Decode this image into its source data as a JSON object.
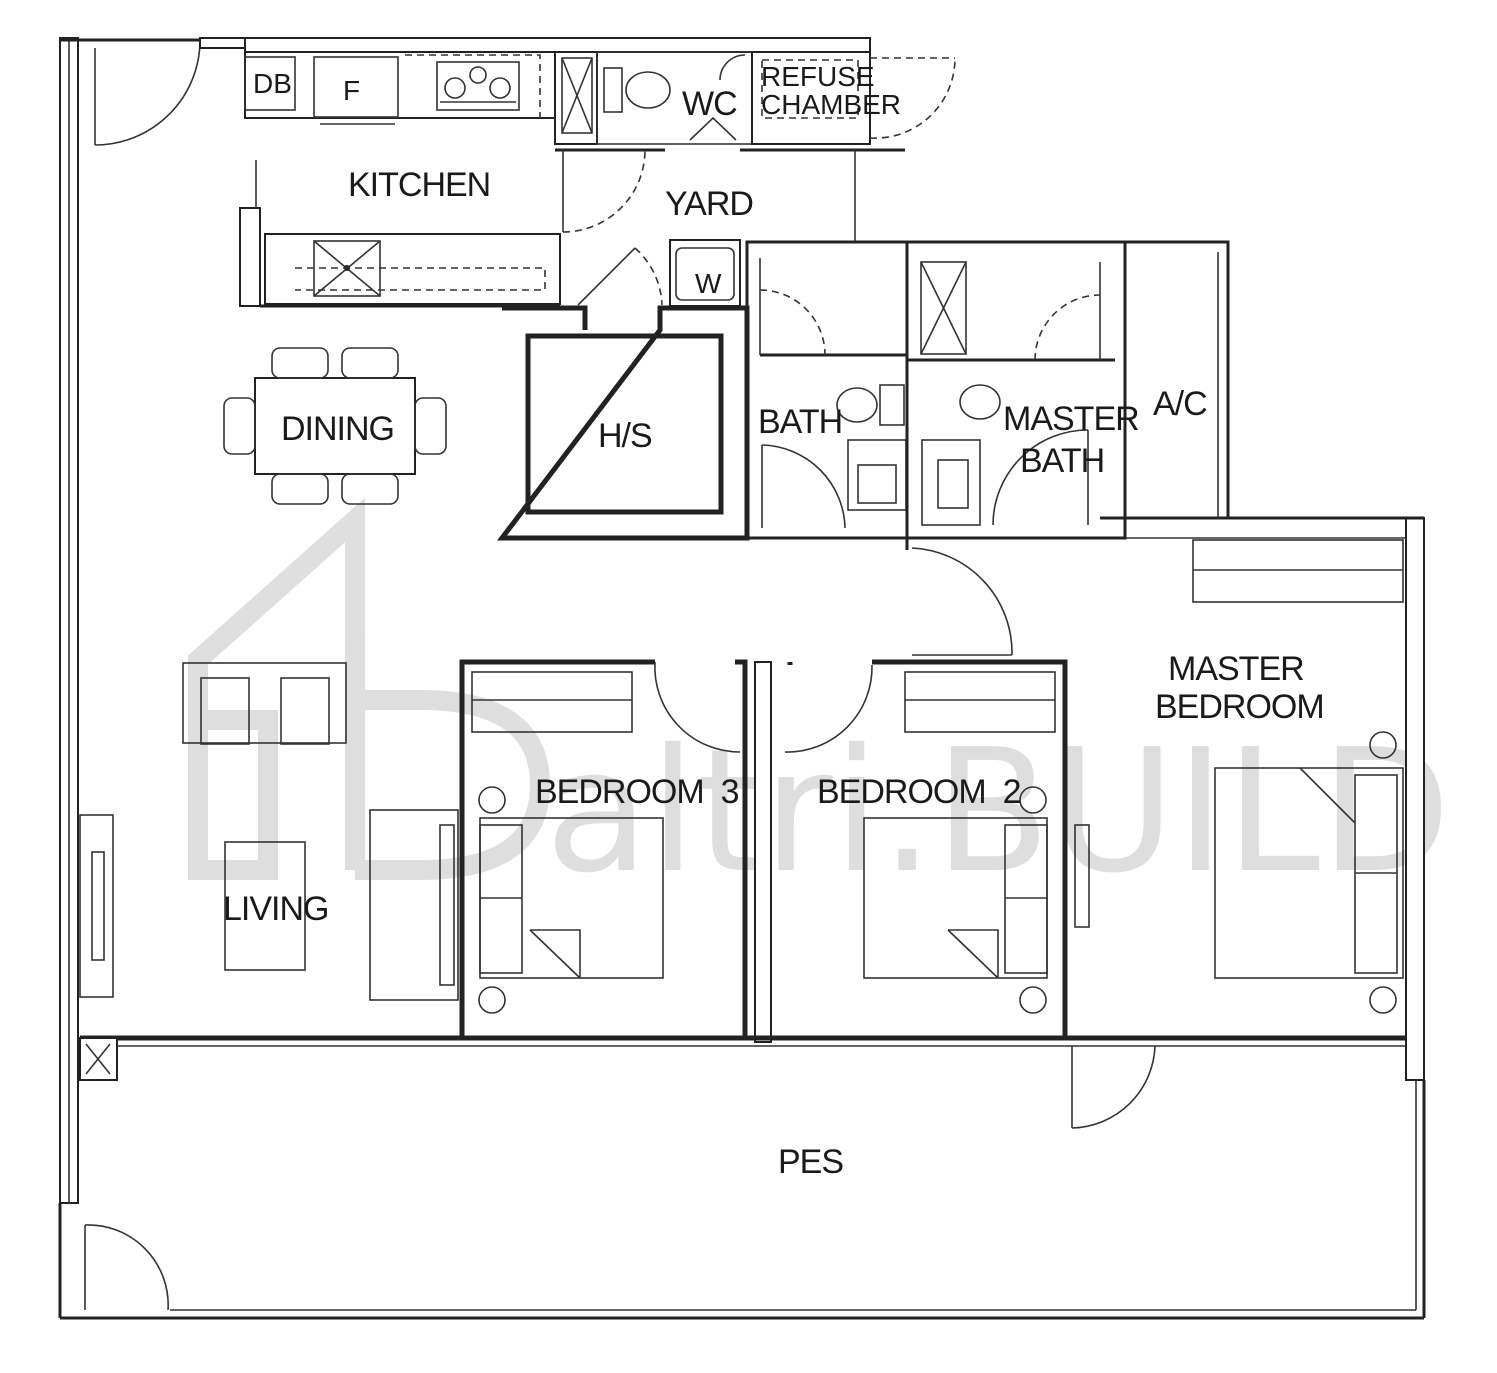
{
  "rooms": {
    "db": "DB",
    "fridge": "F",
    "kitchen": "KITCHEN",
    "wc": "WC",
    "refuse_line1": "REFUSE",
    "refuse_line2": "CHAMBER",
    "yard": "YARD",
    "washer": "W",
    "dining": "DINING",
    "hs": "H/S",
    "bath": "BATH",
    "master_bath_line1": "MASTER",
    "master_bath_line2": "BATH",
    "ac": "A/C",
    "master_bedroom_line1": "MASTER",
    "master_bedroom_line2": "BEDROOM",
    "bedroom3": "BEDROOM  3",
    "bedroom2": "BEDROOM  2",
    "living": "LIVING",
    "pes": "PES"
  },
  "watermark": {
    "text": "altri.BUILD"
  },
  "colors": {
    "line": "#222222",
    "watermark": "#d4d4d4",
    "background": "#ffffff"
  }
}
